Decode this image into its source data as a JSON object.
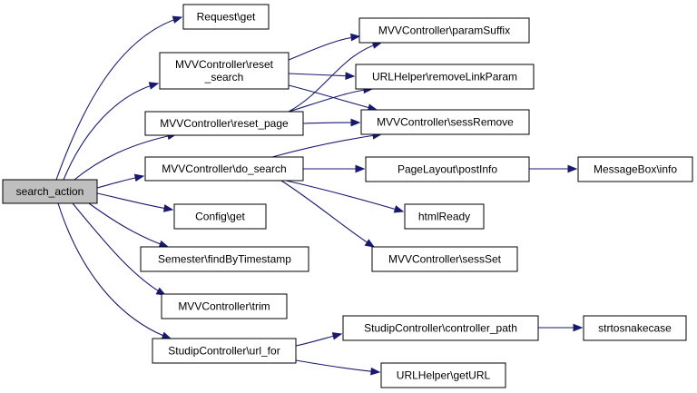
{
  "graph": {
    "root": "search_action",
    "colors": {
      "root_fill": "#bfbfbf",
      "node_fill": "#ffffff",
      "border": "#000000",
      "edge": "#191970"
    },
    "nodes": [
      {
        "id": "search_action",
        "label": [
          "search_action"
        ],
        "root": true
      },
      {
        "id": "request_get",
        "label": [
          "Request\\get"
        ]
      },
      {
        "id": "reset_search",
        "label": [
          "MVVController\\reset",
          "_search"
        ]
      },
      {
        "id": "reset_page",
        "label": [
          "MVVController\\reset_page"
        ]
      },
      {
        "id": "do_search",
        "label": [
          "MVVController\\do_search"
        ]
      },
      {
        "id": "config_get",
        "label": [
          "Config\\get"
        ]
      },
      {
        "id": "find_by_timestamp",
        "label": [
          "Semester\\findByTimestamp"
        ]
      },
      {
        "id": "trim",
        "label": [
          "MVVController\\trim"
        ]
      },
      {
        "id": "url_for",
        "label": [
          "StudipController\\url_for"
        ]
      },
      {
        "id": "param_suffix",
        "label": [
          "MVVController\\paramSuffix"
        ]
      },
      {
        "id": "remove_link_param",
        "label": [
          "URLHelper\\removeLinkParam"
        ]
      },
      {
        "id": "sess_remove",
        "label": [
          "MVVController\\sessRemove"
        ]
      },
      {
        "id": "post_info",
        "label": [
          "PageLayout\\postInfo"
        ]
      },
      {
        "id": "html_ready",
        "label": [
          "htmlReady"
        ]
      },
      {
        "id": "sess_set",
        "label": [
          "MVVController\\sessSet"
        ]
      },
      {
        "id": "controller_path",
        "label": [
          "StudipController\\controller_path"
        ]
      },
      {
        "id": "get_url",
        "label": [
          "URLHelper\\getURL"
        ]
      },
      {
        "id": "messagebox_info",
        "label": [
          "MessageBox\\info"
        ]
      },
      {
        "id": "strtosnakecase",
        "label": [
          "strtosnakecase"
        ]
      }
    ],
    "edges": [
      [
        "search_action",
        "request_get"
      ],
      [
        "search_action",
        "reset_search"
      ],
      [
        "search_action",
        "reset_page"
      ],
      [
        "search_action",
        "do_search"
      ],
      [
        "search_action",
        "config_get"
      ],
      [
        "search_action",
        "find_by_timestamp"
      ],
      [
        "search_action",
        "trim"
      ],
      [
        "search_action",
        "url_for"
      ],
      [
        "reset_search",
        "param_suffix"
      ],
      [
        "reset_search",
        "remove_link_param"
      ],
      [
        "reset_search",
        "sess_remove"
      ],
      [
        "reset_page",
        "param_suffix"
      ],
      [
        "reset_page",
        "remove_link_param"
      ],
      [
        "reset_page",
        "sess_remove"
      ],
      [
        "do_search",
        "sess_remove"
      ],
      [
        "do_search",
        "post_info"
      ],
      [
        "do_search",
        "html_ready"
      ],
      [
        "do_search",
        "sess_set"
      ],
      [
        "post_info",
        "messagebox_info"
      ],
      [
        "url_for",
        "controller_path"
      ],
      [
        "url_for",
        "get_url"
      ],
      [
        "controller_path",
        "strtosnakecase"
      ]
    ]
  }
}
